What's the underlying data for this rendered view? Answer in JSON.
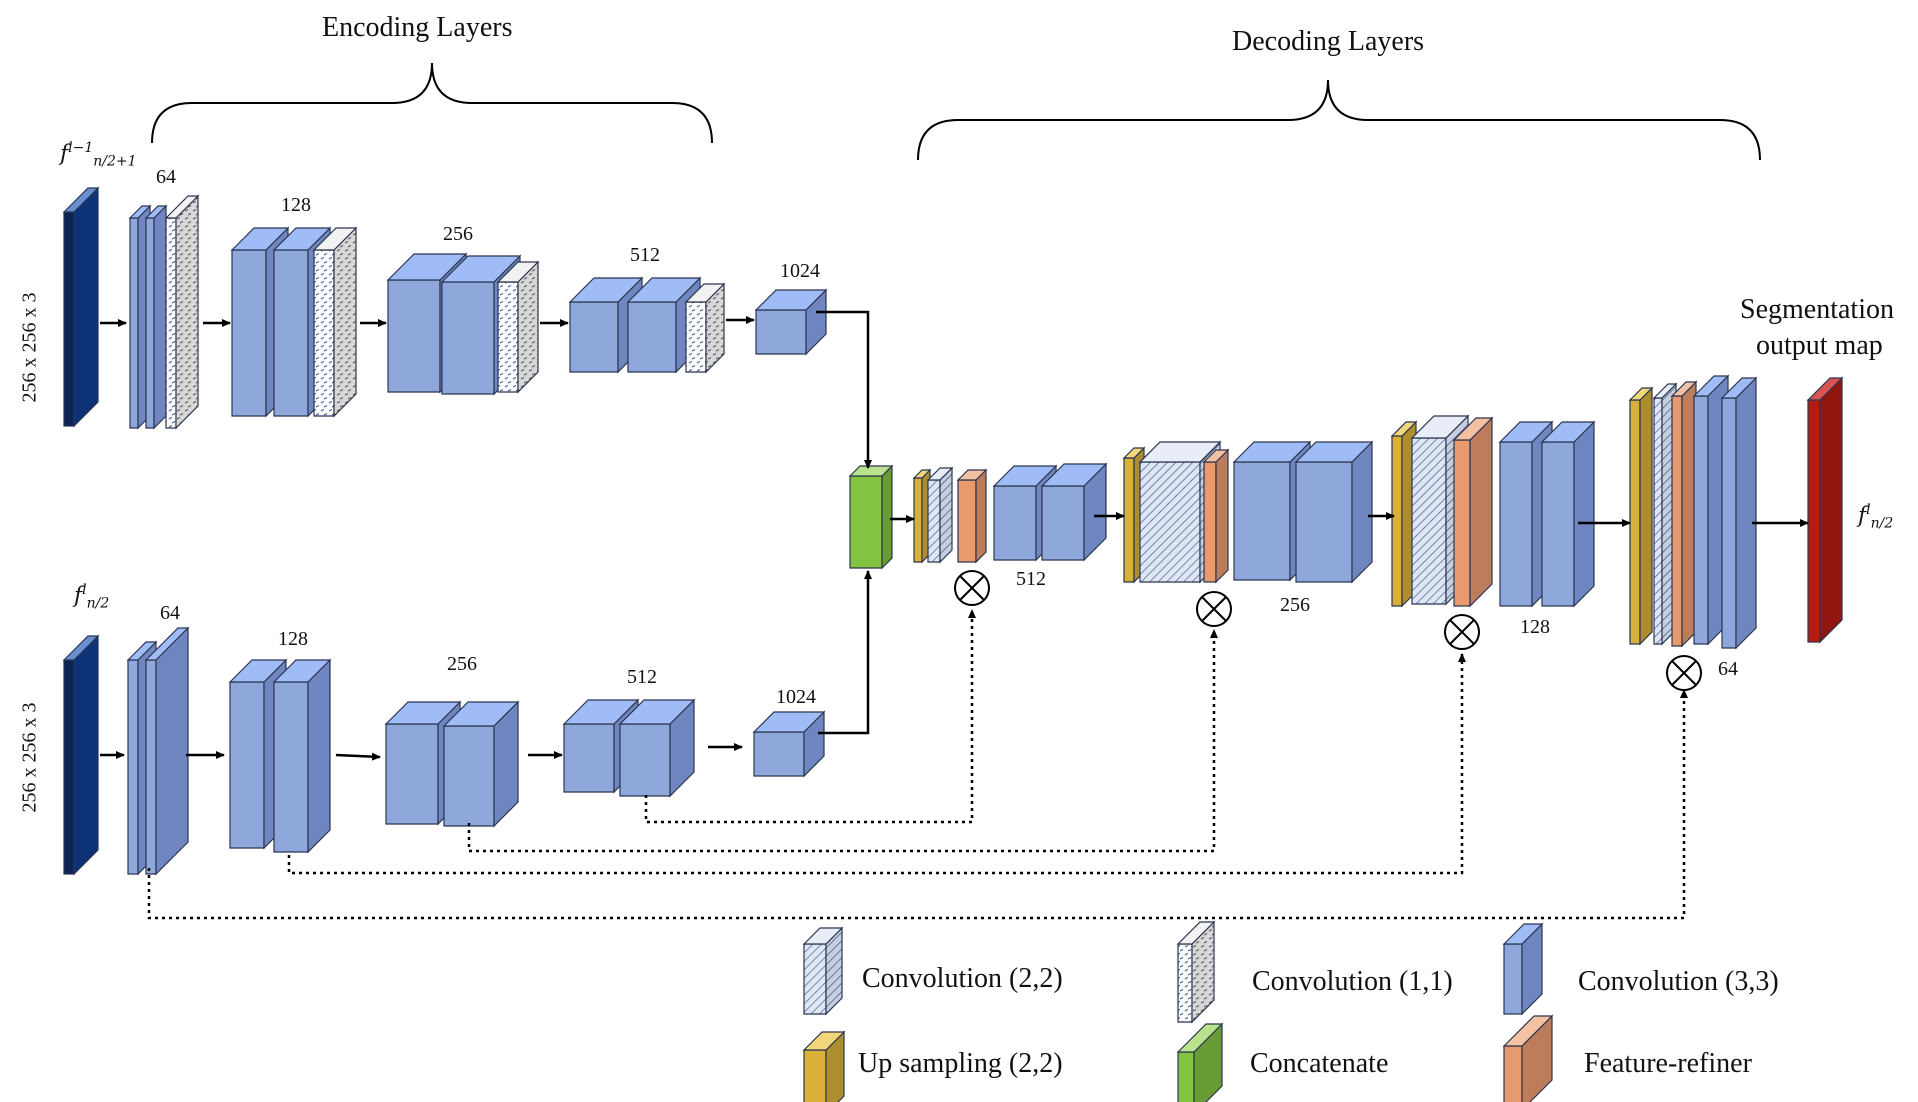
{
  "titles": {
    "encoding": "Encoding Layers",
    "decoding": "Decoding Layers",
    "output_line1": "Segmentation",
    "output_line2": "output map"
  },
  "inputs": {
    "top_size": "256 x 256 x 3",
    "bottom_size": "256 x 256 x 3",
    "top_symbol_base": "f",
    "top_symbol_sub": "n/2+1",
    "top_symbol_sup": "l−1",
    "bottom_symbol_base": "f",
    "bottom_symbol_sub": "n/2",
    "bottom_symbol_sup": "l",
    "output_symbol_base": "f",
    "output_symbol_sub": "n/2",
    "output_symbol_sup": "l"
  },
  "encoder_top_labels": [
    "64",
    "128",
    "256",
    "512",
    "1024"
  ],
  "encoder_bottom_labels": [
    "64",
    "128",
    "256",
    "512",
    "1024"
  ],
  "decoder_labels": [
    "512",
    "256",
    "128",
    "64"
  ],
  "legend": [
    {
      "label": "Convolution (2,2)",
      "color": "#b8c8e8",
      "icon": "hatched-block-icon"
    },
    {
      "label": "Convolution (1,1)",
      "color": "#e6e6e6",
      "icon": "dotted-block-icon"
    },
    {
      "label": "Convolution (3,3)",
      "color": "#6f86c0",
      "icon": "blue-block-icon"
    },
    {
      "label": "Up sampling (2,2)",
      "color": "#e9c14c",
      "icon": "yellow-block-icon"
    },
    {
      "label": "Concatenate",
      "color": "#8cc84b",
      "icon": "green-block-icon"
    },
    {
      "label": "Feature-refiner",
      "color": "#e8996e",
      "icon": "orange-block-icon"
    }
  ],
  "colors": {
    "conv33": "#8fa8dc",
    "input": "#0a2456",
    "output": "#b51b14",
    "upsample": "#d9b03a",
    "concat": "#82c341",
    "refiner": "#e8996e"
  }
}
